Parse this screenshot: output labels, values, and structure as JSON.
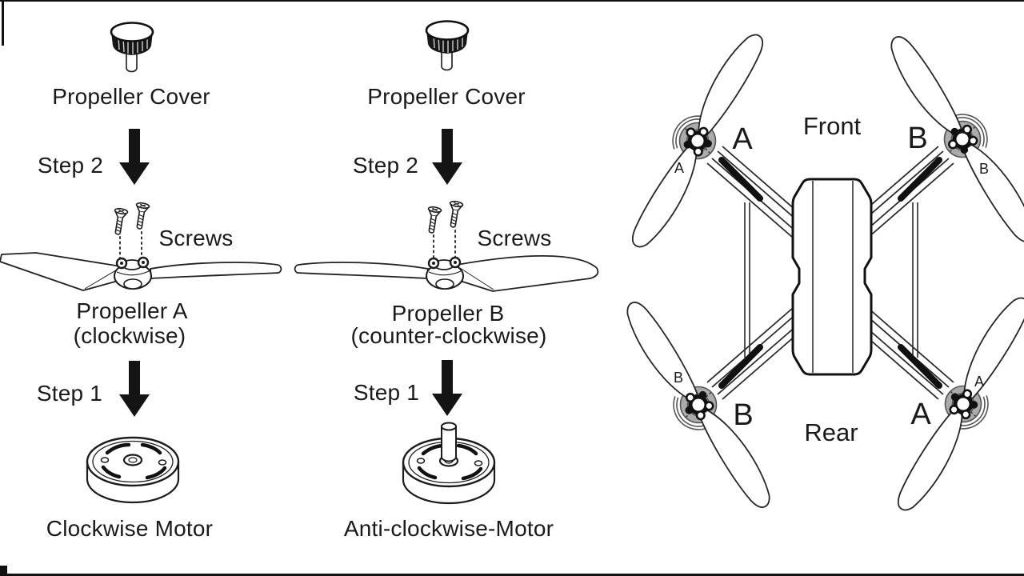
{
  "columns": {
    "left": {
      "cover_label": "Propeller Cover",
      "step2": "Step 2",
      "screws": "Screws",
      "prop_name": "Propeller A",
      "prop_rotation": "(clockwise)",
      "step1": "Step 1",
      "motor_label": "Clockwise Motor"
    },
    "middle": {
      "cover_label": "Propeller Cover",
      "step2": "Step 2",
      "screws": "Screws",
      "prop_name": "Propeller B",
      "prop_rotation": "(counter-clockwise)",
      "step1": "Step 1",
      "motor_label": "Anti-clockwise-Motor"
    }
  },
  "drone": {
    "front": "Front",
    "rear": "Rear",
    "arm_labels": {
      "front_left": "A",
      "front_right": "B",
      "rear_left": "B",
      "rear_right": "A"
    },
    "blade_letters": {
      "front_left": "A",
      "front_right": "B",
      "rear_left": "B",
      "rear_right": "A"
    }
  },
  "colors": {
    "ink": "#1a1a1a",
    "line": "#222222",
    "ring_gray": "#ababab"
  }
}
